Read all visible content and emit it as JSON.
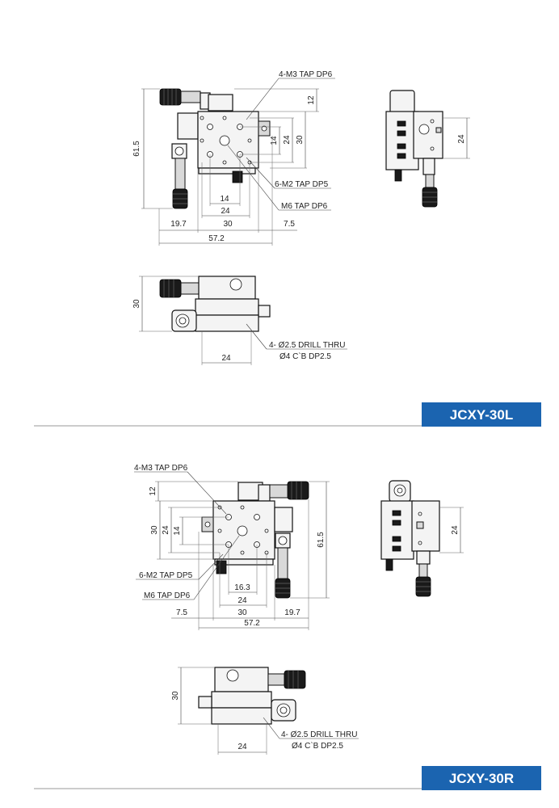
{
  "sections": [
    {
      "model": "JCXY-30L",
      "accent": "#1b64b0",
      "top_view": {
        "callouts": [
          "4-M3 TAP DP6",
          "6-M2 TAP DP5",
          "M6 TAP DP6"
        ],
        "dims": {
          "height_total": "61.5",
          "top_offset": "12",
          "v30": "30",
          "v24": "24",
          "v14": "14",
          "h14": "14",
          "h24": "24",
          "left": "19.7",
          "center": "30",
          "right": "7.5",
          "total": "57.2"
        }
      },
      "side_view": {
        "dim": "24"
      },
      "front_view": {
        "height": "30",
        "width": "24",
        "callout_line1": "4- Ø2.5 DRILL THRU",
        "callout_line2": "Ø4 C`B DP2.5"
      }
    },
    {
      "model": "JCXY-30R",
      "accent": "#1b64b0",
      "top_view": {
        "callouts": [
          "4-M3 TAP DP6",
          "6-M2 TAP DP5",
          "M6 TAP DP6"
        ],
        "dims": {
          "height_total": "61.5",
          "top_offset": "12",
          "v30": "30",
          "v24": "24",
          "v14": "14",
          "h16": "16.3",
          "h24": "24",
          "left": "7.5",
          "center": "30",
          "right": "19.7",
          "total": "57.2"
        }
      },
      "side_view": {
        "dim": "24"
      },
      "front_view": {
        "height": "30",
        "width": "24",
        "callout_line1": "4- Ø2.5 DRILL THRU",
        "callout_line2": "Ø4 C`B DP2.5"
      }
    }
  ]
}
